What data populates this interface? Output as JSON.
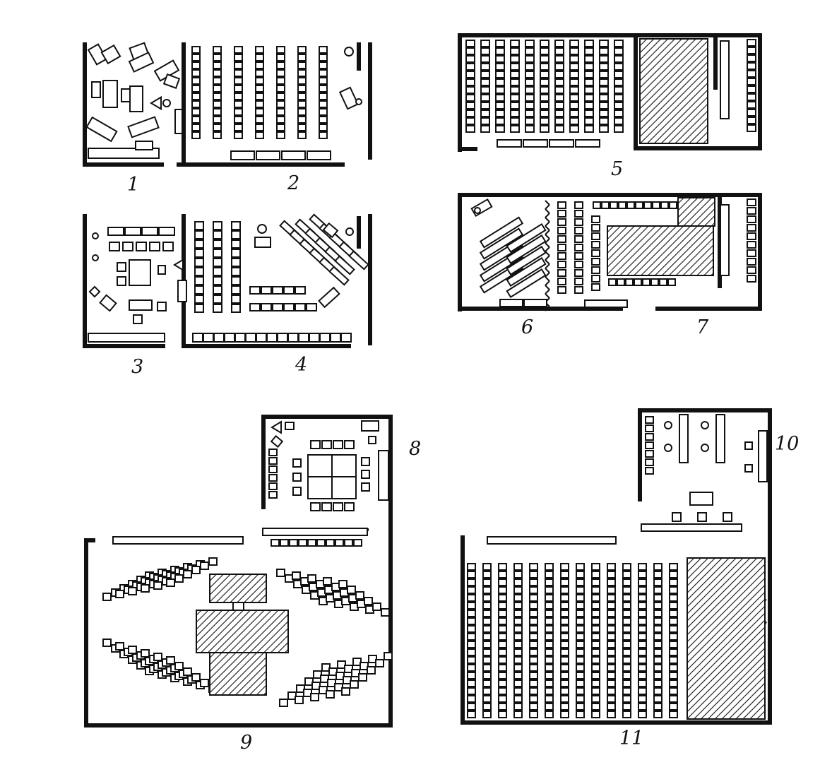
{
  "figure_labels": {
    "l1": "1",
    "l2": "2",
    "l3": "3",
    "l4": "4",
    "l5": "5",
    "l6": "6",
    "l7": "7",
    "l8": "8",
    "l9": "9",
    "l10": "10",
    "l11": "11"
  }
}
